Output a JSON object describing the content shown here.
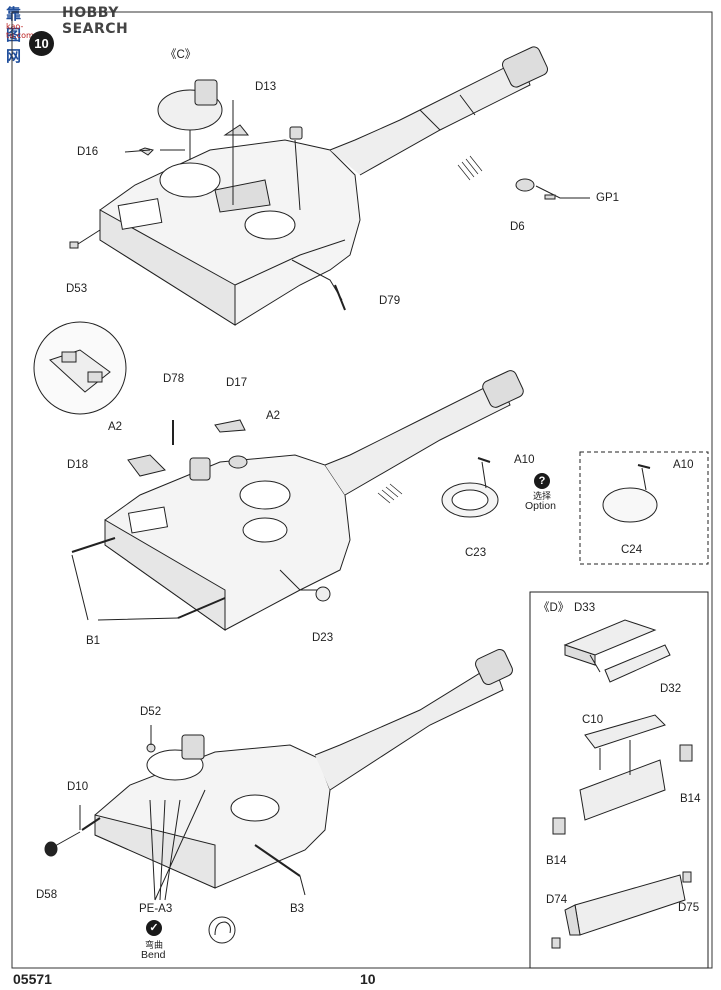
{
  "watermark": {
    "logo": "靠图网",
    "brand": "HOBBY SEARCH",
    "site": "kao-tu.com.cn"
  },
  "step_number": "10",
  "footer": {
    "product_code": "05571",
    "page_number": "10"
  },
  "section_labels": {
    "c_group": "《C》",
    "d_group": "《D》"
  },
  "part_labels": {
    "d13": "D13",
    "d16": "D16",
    "d53": "D53",
    "d79": "D79",
    "d6": "D6",
    "gp1": "GP1",
    "d78": "D78",
    "d17": "D17",
    "a2_left": "A2",
    "a2_right": "A2",
    "d18": "D18",
    "b1": "B1",
    "d23": "D23",
    "a10_center": "A10",
    "c23": "C23",
    "a10_box": "A10",
    "c24": "C24",
    "d33": "D33",
    "d32": "D32",
    "c10": "C10",
    "b14_right": "B14",
    "b14_left": "B14",
    "d74": "D74",
    "d75": "D75",
    "d52": "D52",
    "d10": "D10",
    "d58": "D58",
    "pe_a3": "PE-A3",
    "b3": "B3"
  },
  "notes": {
    "option_icon": "?",
    "option_cn": "选择",
    "option_en": "Option",
    "bend_icon": "✓",
    "bend_cn": "弯曲",
    "bend_en": "Bend"
  }
}
